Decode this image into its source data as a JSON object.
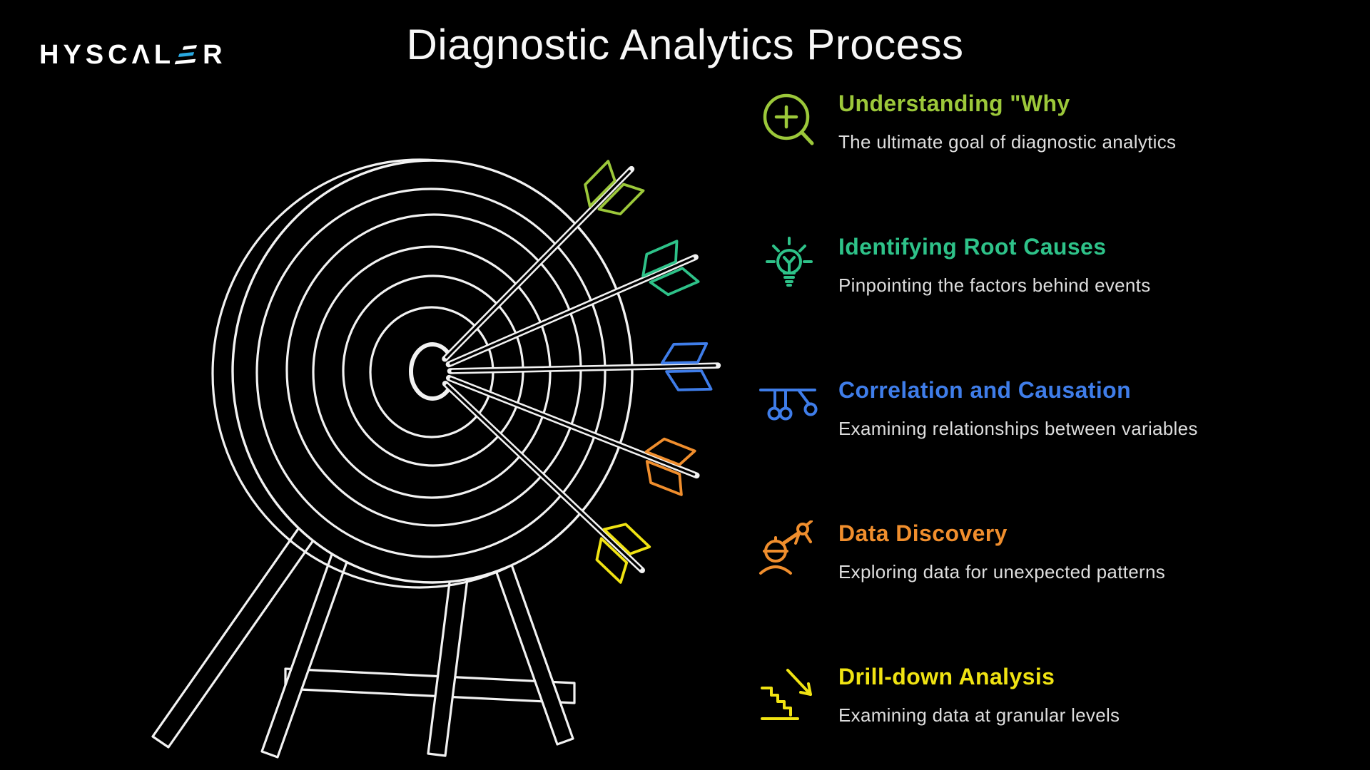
{
  "brand": {
    "name": "HYSCALER",
    "display_prefix": "HYSCΛL",
    "display_suffix": "R",
    "accent_color": "#29a9e1"
  },
  "title": "Diagnostic Analytics Process",
  "steps": [
    {
      "title": "Understanding \"Why",
      "subtitle": "The ultimate goal of diagnostic analytics",
      "color": "#9cc83a",
      "icon": "zoom-in-magnifier-icon"
    },
    {
      "title": "Identifying Root Causes",
      "subtitle": "Pinpointing the factors behind events",
      "color": "#2ec289",
      "icon": "lightbulb-icon"
    },
    {
      "title": "Correlation and Causation",
      "subtitle": "Examining relationships between variables",
      "color": "#3f7de9",
      "icon": "pendulum-icon"
    },
    {
      "title": "Data Discovery",
      "subtitle": "Exploring data for unexpected patterns",
      "color": "#f08e2d",
      "icon": "person-discovery-icon"
    },
    {
      "title": "Drill-down Analysis",
      "subtitle": "Examining data at granular levels",
      "color": "#f0e312",
      "icon": "stairs-down-icon"
    }
  ],
  "illustration": {
    "label": "dartboard on easel with five arrows in bullseye",
    "line_color": "#f2f2f2",
    "arrow_colors": {
      "green": "#9cc83a",
      "teal": "#2ec289",
      "blue": "#3f7de9",
      "orange": "#f08e2d",
      "yellow": "#f0e312"
    }
  }
}
